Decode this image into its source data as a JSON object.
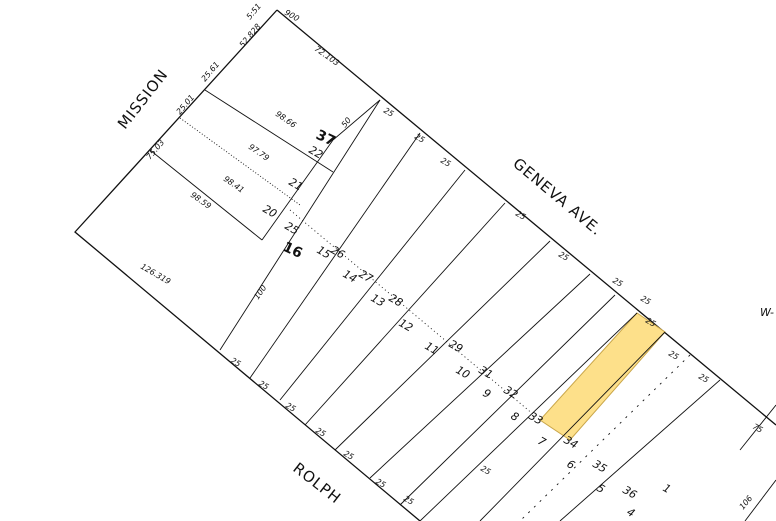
{
  "streets": {
    "mission": "MISSION",
    "geneva": "GENEVA AVE.",
    "rolph": "ROLPH",
    "edge": "W-"
  },
  "blocks": {
    "north": "37",
    "south": "16"
  },
  "corner": {
    "a": "900",
    "b": "5:51",
    "c": "52.828"
  },
  "lots": [
    "22",
    "21",
    "20",
    "25",
    "26",
    "27",
    "28",
    "29",
    "31",
    "32",
    "33",
    "34",
    "35",
    "36",
    "15",
    "14",
    "13",
    "12",
    "11",
    "10",
    "9",
    "8",
    "7",
    "6",
    "5",
    "4",
    "1"
  ],
  "dims": {
    "frontage": "25",
    "d100": "100",
    "d72": "72.103",
    "d9866": "98.66",
    "d9779": "97.79",
    "d9841": "98.41",
    "d9859": "98.59",
    "d2561": "25.61",
    "d2501": "25.01",
    "d7503": "75.03",
    "d126": "126.319",
    "d75": "75",
    "d50": "50",
    "d106": "106"
  },
  "colors": {
    "highlight": "#fde08a",
    "line": "#111111"
  }
}
